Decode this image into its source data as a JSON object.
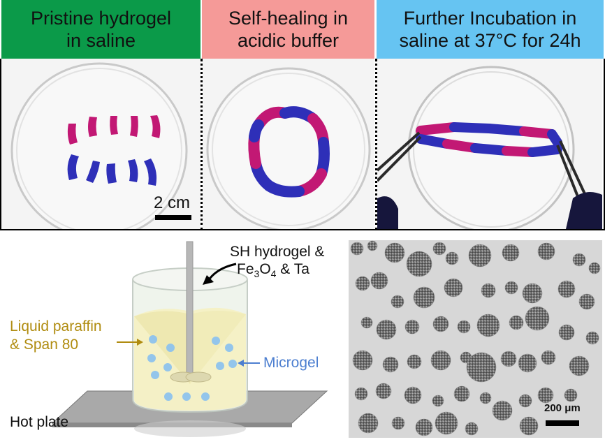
{
  "panels": [
    {
      "header_line1": "Pristine hydrogel",
      "header_line2": "in saline",
      "color": "#0b9a49"
    },
    {
      "header_line1": "Self-healing in",
      "header_line2": "acidic buffer",
      "color": "#f59a98"
    },
    {
      "header_line1": "Further Incubation in",
      "header_line2": "saline at 37°C for 24h",
      "color": "#66c4f2"
    }
  ],
  "scale_bar_top": "2 cm",
  "schematic": {
    "label_top_line1": "SH hydrogel &",
    "label_top_fe": "Fe",
    "label_top_sub3": "3",
    "label_top_o": "O",
    "label_top_sub4": "4",
    "label_top_tail": " & Ta",
    "label_left_line1": "Liquid paraffin",
    "label_left_line2": "& Span 80",
    "label_right": "Microgel",
    "label_bottom": "Hot plate",
    "colors": {
      "paraffin": "#b08c10",
      "microgel": "#4d7fd0",
      "bead": "#8ec3ee"
    }
  },
  "micrograph": {
    "scale_bar": "200 μm"
  }
}
